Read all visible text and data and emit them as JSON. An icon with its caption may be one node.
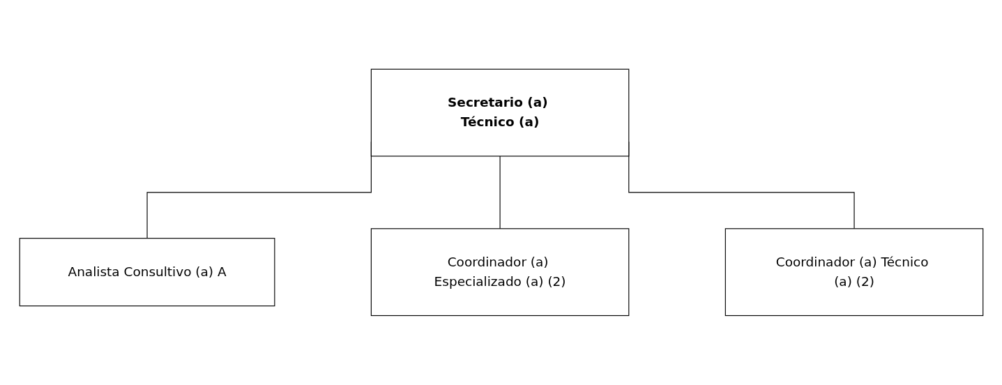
{
  "diagram": {
    "nodes": [
      {
        "text": [
          "Secretario (a) Técnico (a)"
        ]
      },
      {
        "text": [
          "Analista Consultivo (a) A"
        ]
      },
      {
        "text": [
          "Coordinador (a) Especializado (a) (2)"
        ]
      },
      {
        "text": [
          "Coordinador (a) Técnico (a) (2)"
        ]
      }
    ],
    "edges": [
      {
        "from": 0,
        "to": 1,
        "arrow": "none"
      },
      {
        "from": 0,
        "to": 2,
        "arrow": "none"
      },
      {
        "from": 0,
        "to": 3,
        "arrow": "none"
      }
    ]
  }
}
